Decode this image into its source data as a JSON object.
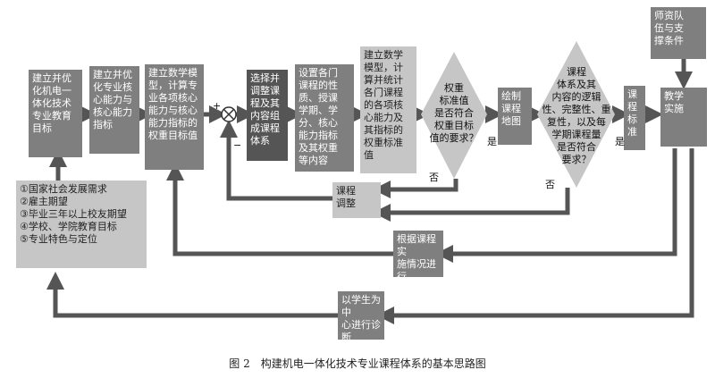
{
  "nodes": {
    "goal": "建立并优\n化机电一\n体化技术\n专业教育\n目标",
    "ability": "建立并优\n化专业核\n心能力与\n核心能力\n指标",
    "model1": "建立数学模\n型，计算专\n业各项核心\n能力与核心\n能力指标的\n权重目标值",
    "select": "选择并\n调整课\n程及其\n内容组\n成课程\n体系",
    "set": "设置各门\n课程的性\n质、授课\n学期、学\n分、核心\n能力指标\n及其权重\n等内容",
    "model2": "建立数学\n模型，计\n算并统计\n各门课程\n的各项核\n心能力及\n其指标的\n权重标准\n值",
    "map": "绘制\n课程\n地图",
    "standard": "课程\n标准",
    "teaching": "教学\n实施",
    "teachers": "师资队\n伍与支\n撑条件",
    "adjust": "课程\n调整",
    "diagnose1": "根据课程实\n施情况进行\n诊断改进",
    "diagnose2": "以学生为中\n心进行诊断\n与改进",
    "sources": "①国家社会发展需求\n②雇主期望\n③毕业三年以上校友期望\n④学校、学院教育目标\n⑤专业特色与定位"
  },
  "decisions": {
    "d1": "权重\n标准值\n是否符合\n权重目标\n值的要求？",
    "d2": "课程\n体系及其\n内容的逻辑\n性、完整性、重\n复性，以及每\n学期课程量\n是否符合\n要求？"
  },
  "labels": {
    "yes1": "是",
    "no1": "否",
    "yes2": "是",
    "no2": "否",
    "plus": "+",
    "minus": "−"
  },
  "caption": "图 2　构建机电一体化技术专业课程体系的基本思路图"
}
